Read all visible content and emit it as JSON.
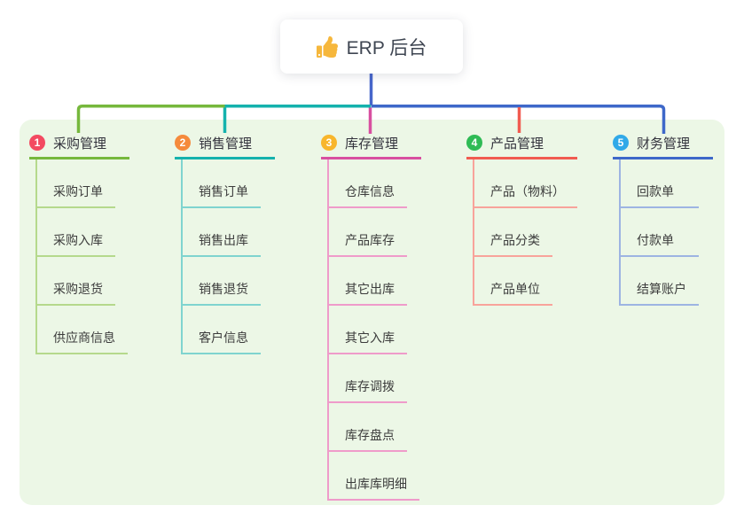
{
  "root": {
    "title": "ERP 后台",
    "icon": "thumbs-up-icon",
    "stem_color": "#4766cb"
  },
  "panel": {
    "background": "#ecf7e6"
  },
  "branches": [
    {
      "number": "1",
      "label": "采购管理",
      "badge_color": "#f34a61",
      "line_color": "#76b83c",
      "item_line_color": "#b5d98c",
      "items": [
        "采购订单",
        "采购入库",
        "采购退货",
        "供应商信息"
      ]
    },
    {
      "number": "2",
      "label": "销售管理",
      "badge_color": "#f58a3c",
      "line_color": "#14b2ad",
      "item_line_color": "#7fd4cf",
      "items": [
        "销售订单",
        "销售出库",
        "销售退货",
        "客户信息"
      ]
    },
    {
      "number": "3",
      "label": "库存管理",
      "badge_color": "#f8b62c",
      "line_color": "#d84fa0",
      "item_line_color": "#ef9bca",
      "items": [
        "仓库信息",
        "产品库存",
        "其它出库",
        "其它入库",
        "库存调拨",
        "库存盘点",
        "出库库明细"
      ]
    },
    {
      "number": "4",
      "label": "产品管理",
      "badge_color": "#2fbb55",
      "line_color": "#f15b50",
      "item_line_color": "#f8a39b",
      "items": [
        "产品（物料）",
        "产品分类",
        "产品单位"
      ]
    },
    {
      "number": "5",
      "label": "财务管理",
      "badge_color": "#30a9e8",
      "line_color": "#3e68c9",
      "item_line_color": "#9db4e2",
      "items": [
        "回款单",
        "付款单",
        "结算账户"
      ]
    }
  ]
}
